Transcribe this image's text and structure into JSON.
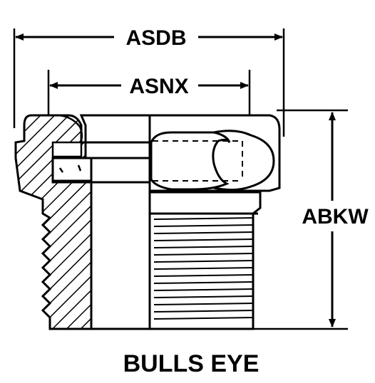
{
  "diagram": {
    "caption": "BULLS EYE",
    "dimensions": {
      "overall_width": "ASDB",
      "hex_width": "ASNX",
      "height": "ABKW"
    }
  },
  "colors": {
    "ink": "#000000",
    "paper": "#ffffff"
  }
}
